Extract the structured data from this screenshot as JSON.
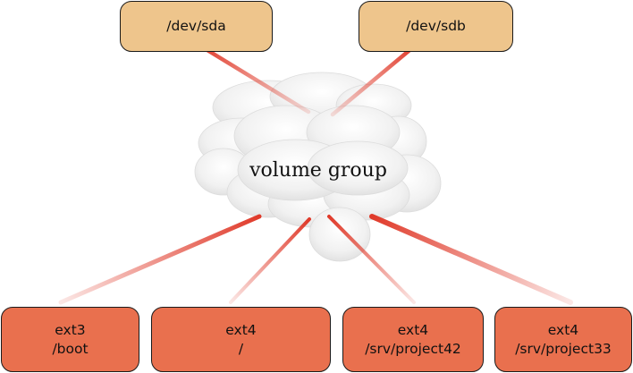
{
  "diagram": {
    "volume_group": {
      "label": "volume group",
      "fill": "#f0f0f0"
    },
    "physical_volumes": [
      {
        "name": "/dev/sda",
        "color": "#eec58c"
      },
      {
        "name": "/dev/sdb",
        "color": "#eec58c"
      }
    ],
    "logical_volumes": [
      {
        "fs": "ext3",
        "mount": "/boot",
        "color": "#e9704e"
      },
      {
        "fs": "ext4",
        "mount": "/",
        "color": "#e9704e"
      },
      {
        "fs": "ext4",
        "mount": "/srv/project42",
        "color": "#e9704e"
      },
      {
        "fs": "ext4",
        "mount": "/srv/project33",
        "color": "#e9704e"
      }
    ],
    "arrow_color": "#e03a2a"
  }
}
